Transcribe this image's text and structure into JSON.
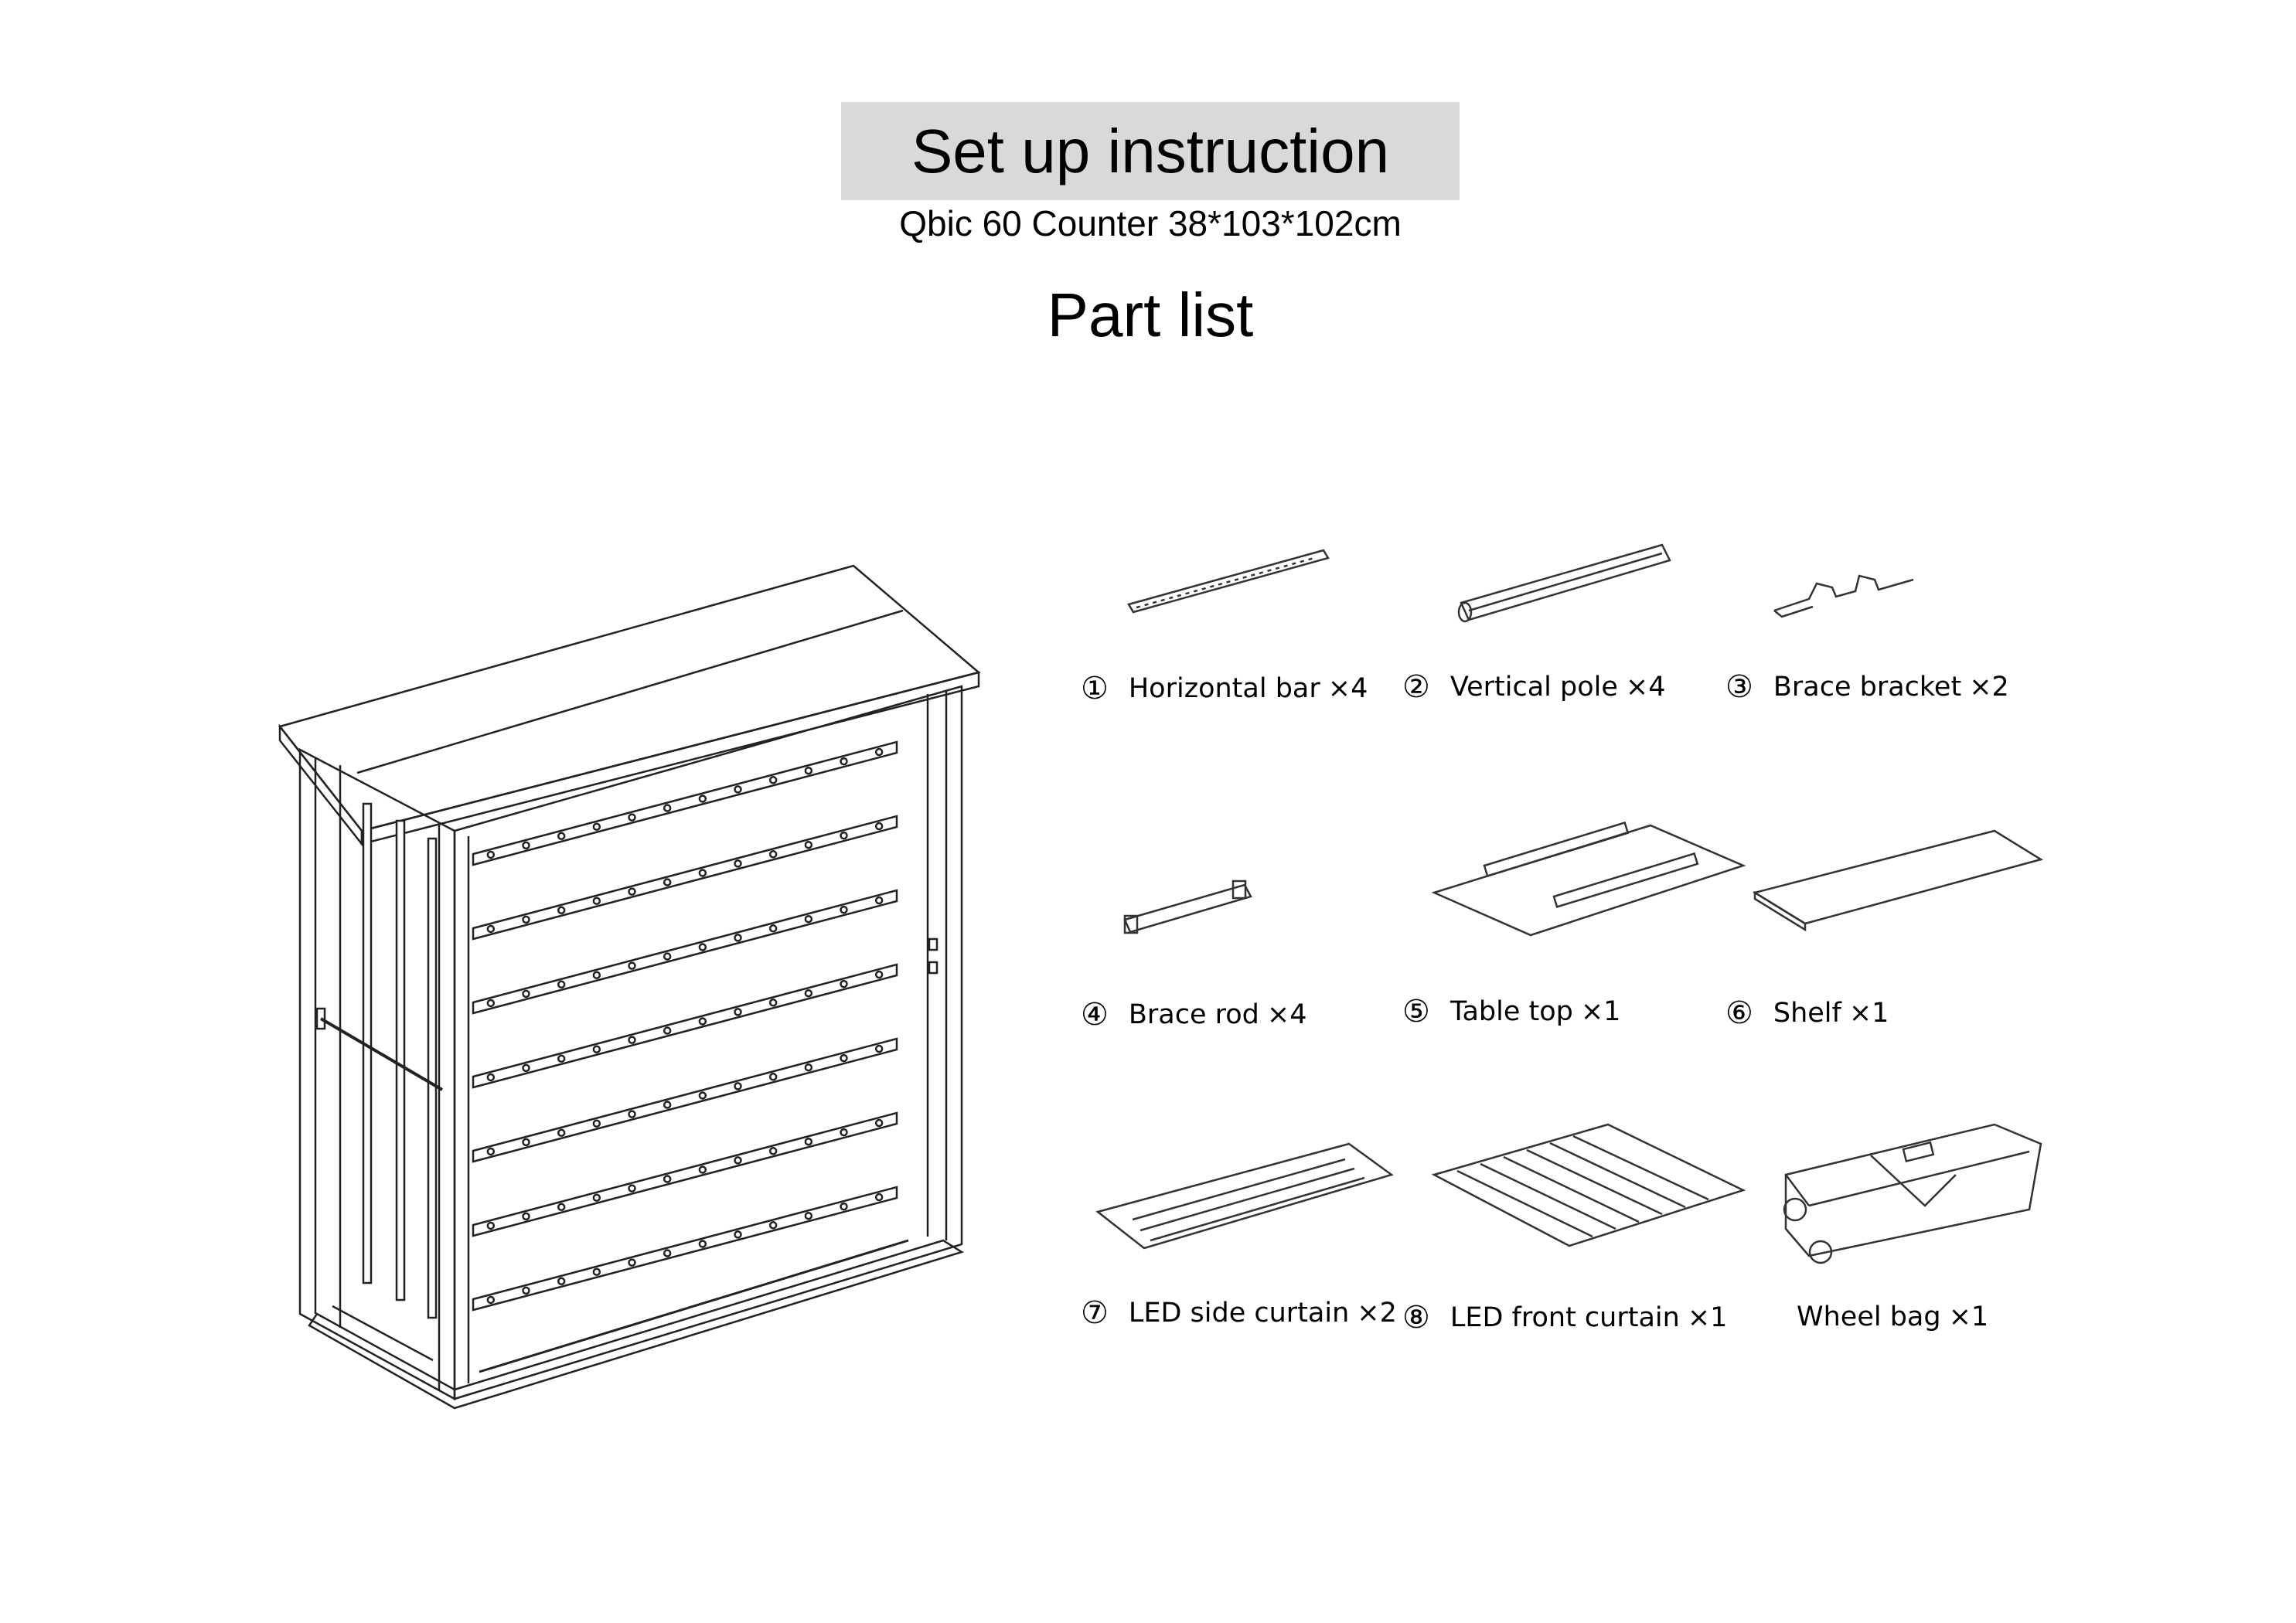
{
  "header": {
    "title": "Set up instruction",
    "subtitle": "Qbic 60 Counter 38*103*102cm",
    "section_title": "Part list"
  },
  "parts": [
    {
      "num": "①",
      "name": "Horizontal bar",
      "qty": "×4"
    },
    {
      "num": "②",
      "name": "Vertical pole",
      "qty": "×4"
    },
    {
      "num": "③",
      "name": "Brace bracket",
      "qty": "×2"
    },
    {
      "num": "④",
      "name": "Brace rod",
      "qty": "×4"
    },
    {
      "num": "⑤",
      "name": "Table top",
      "qty": "×1"
    },
    {
      "num": "⑥",
      "name": "Shelf",
      "qty": "×1"
    },
    {
      "num": "⑦",
      "name": "LED side curtain",
      "qty": "×2"
    },
    {
      "num": "⑧",
      "name": "LED front curtain",
      "qty": "×1"
    },
    {
      "num": "",
      "name": "Wheel bag",
      "qty": "×1"
    }
  ]
}
